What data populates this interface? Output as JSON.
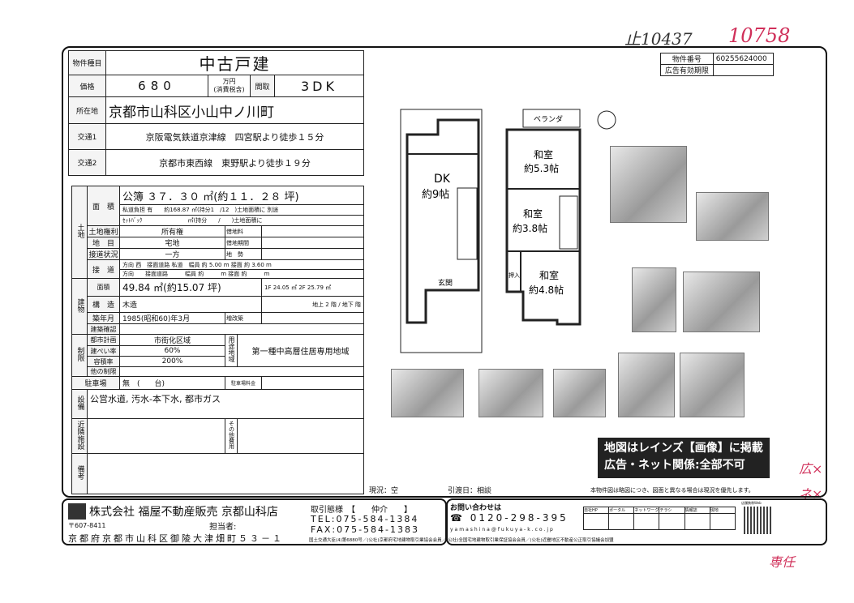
{
  "handwritten": {
    "ref1": "止10437",
    "ref2": "10758",
    "note1": "広×",
    "note2": "ネ×",
    "note3": "専任"
  },
  "property_no": {
    "label": "物件番号",
    "value": "60255624000",
    "expiry_label": "広告有効期限",
    "expiry_value": ""
  },
  "type": {
    "label": "物件種目",
    "value": "中古戸建"
  },
  "price": {
    "label": "価格",
    "value": "680",
    "unit": "万円",
    "tax": "(消費税含)",
    "layout_label": "間取",
    "layout": "3DK"
  },
  "location": {
    "label": "所在地",
    "value": "京都市山科区小山中ノ川町"
  },
  "traffic": [
    {
      "label": "交通1",
      "value": "京阪電気鉄道京津線　四宮駅より徒歩１５分"
    },
    {
      "label": "交通2",
      "value": "京都市東西線　東野駅より徒歩１９分"
    }
  ],
  "land": {
    "section": "土地",
    "area_label": "面　積",
    "area_main": "公簿 ３７．３０ ㎡(約１１．２８ 坪)",
    "private_road": "私道負担 有　　約168.87 ㎡(持分1　/12　)土地面積に 別途",
    "setback": "ｾｯﾄﾊﾞｯｸ　　　　　　　　㎡(持分　　/　　)土地面積に",
    "rights_label": "土地権利",
    "rights": "所有権",
    "lease_fee_label": "借地料",
    "category_label": "地　目",
    "category": "宅地",
    "lease_term_label": "借地期間",
    "access_label": "接道状況",
    "access": "一方",
    "terrain_label": "地　勢",
    "road_label": "接　道",
    "road1": "方向 西　接面道路 私道　幅員 約 5.00 m 接面 約 3.60 m",
    "road2": "方向　　接面道路　　　幅員 約　　　m 接面 約　　　m"
  },
  "building": {
    "section": "建物",
    "area_label": "面積",
    "area": "49.84 ㎡(約15.07 坪)",
    "floors_area": "1F 24.05 ㎡ 2F 25.79 ㎡",
    "structure_label": "構　造",
    "structure": "木造",
    "stories": "地上 2 階 / 地下 階",
    "built_label": "築年月",
    "built": "1985(昭和60)年3月",
    "renov_label": "増改築",
    "confirm_label": "建築確認"
  },
  "restrictions": {
    "section": "制限",
    "plan_label": "都市計画",
    "plan": "市街化区域",
    "bcr_label": "建ぺい率",
    "bcr": "60%",
    "far_label": "容積率",
    "far": "200%",
    "zone_label": "用途地域",
    "zone": "第一種中高層住居専用地域",
    "other_label": "他の制限"
  },
  "parking": {
    "label": "駐車場",
    "value": "無　(　　台)",
    "fee_label": "駐車場料金"
  },
  "facilities": {
    "label": "設備",
    "value": "公営水道, 汚水-本下水, 都市ガス"
  },
  "nearby": {
    "label": "近隣施設",
    "other_cost_label": "その他費用"
  },
  "remarks": {
    "label": "備考"
  },
  "floorplan": {
    "veranda": "ベランダ",
    "dk": "DK",
    "dk_size": "約9帖",
    "r1": "和室",
    "r1_size": "約5.3帖",
    "r2": "和室",
    "r2_size": "約3.8帖",
    "r3": "和室",
    "r3_size": "約4.8帖",
    "closet": "押入",
    "entrance": "玄関"
  },
  "notice": {
    "line1": "地図はレインズ【画像】に掲載",
    "line2": "広告・ネット関係:全部不可"
  },
  "status": {
    "current": "現況：空",
    "handover": "引渡日：相談",
    "disclaimer": "本物件図は略図につき、図面と異なる場合は現況を優先します。"
  },
  "company": {
    "name": "株式会社 福屋不動産販売 京都山科店",
    "postal": "〒607-8411",
    "address": "京都府京都市山科区御陵大津畑町５３－１",
    "staff_label": "担当者:",
    "deal_label": "取引態様　【　　仲介　　】",
    "tel": "TEL:075-584-1384",
    "fax": "FAX:075-584-1383",
    "license": "国土交通大臣(4)第6880号／(公社)京都府宅地建物取引業協会会員／(公社)全国宅地建物取引業保証協会会員／(公社)近畿地区不動産公正取引協議会加盟",
    "inquiry": "お問い合わせは",
    "freedial": "0120-298-395",
    "email": "yamashina@fukuya-k.co.jp",
    "qr_label": "店舗携帯Web"
  },
  "media_table": [
    "自社HP",
    "ポータル",
    "ネットワーク",
    "チラシ",
    "情報誌",
    "現地"
  ]
}
